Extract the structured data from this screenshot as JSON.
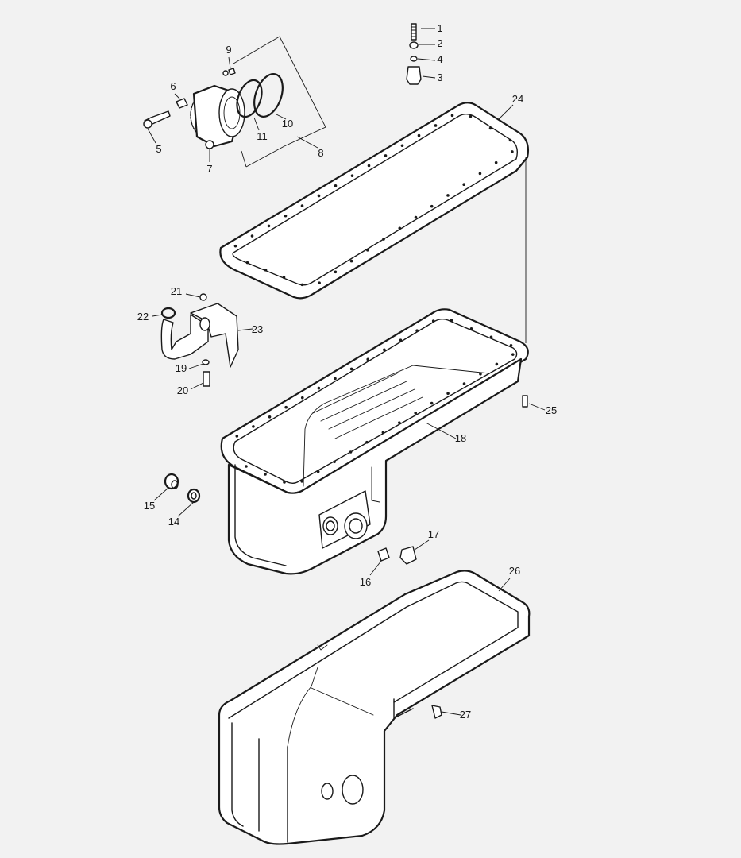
{
  "diagram": {
    "type": "exploded-parts-view",
    "callouts": [
      {
        "id": "c1",
        "label": "1"
      },
      {
        "id": "c2",
        "label": "2"
      },
      {
        "id": "c3",
        "label": "3"
      },
      {
        "id": "c4",
        "label": "4"
      },
      {
        "id": "c5",
        "label": "5"
      },
      {
        "id": "c6",
        "label": "6"
      },
      {
        "id": "c7",
        "label": "7"
      },
      {
        "id": "c8",
        "label": "8"
      },
      {
        "id": "c9",
        "label": "9"
      },
      {
        "id": "c10",
        "label": "10"
      },
      {
        "id": "c11",
        "label": "11"
      },
      {
        "id": "c14",
        "label": "14"
      },
      {
        "id": "c15",
        "label": "15"
      },
      {
        "id": "c16",
        "label": "16"
      },
      {
        "id": "c17",
        "label": "17"
      },
      {
        "id": "c18",
        "label": "18"
      },
      {
        "id": "c19",
        "label": "19"
      },
      {
        "id": "c20",
        "label": "20"
      },
      {
        "id": "c21",
        "label": "21"
      },
      {
        "id": "c22",
        "label": "22"
      },
      {
        "id": "c23",
        "label": "23"
      },
      {
        "id": "c24",
        "label": "24"
      },
      {
        "id": "c25",
        "label": "25"
      },
      {
        "id": "c26",
        "label": "26"
      },
      {
        "id": "c27",
        "label": "27"
      }
    ]
  }
}
